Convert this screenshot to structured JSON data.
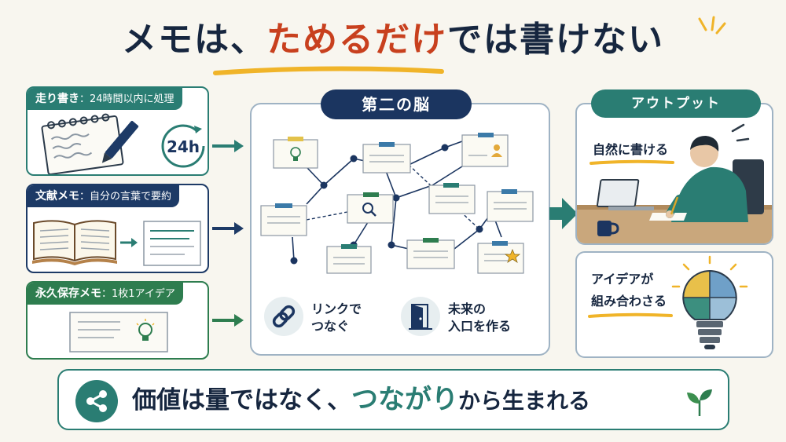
{
  "title": {
    "part1": "メモは、",
    "highlight": "ためるだけ",
    "part2": "では書けない"
  },
  "left_cards": [
    {
      "label": "走り書き",
      "sub": "：24時間以内に処理",
      "badge": "24h",
      "color": "#2a7d73"
    },
    {
      "label": "文献メモ",
      "sub": "：自分の言葉で要約",
      "color": "#1d3a66"
    },
    {
      "label": "永久保存メモ",
      "sub": "：1枚1アイデア",
      "color": "#2e7d4f"
    }
  ],
  "center": {
    "title": "第二の脳",
    "legend": [
      {
        "line1": "リンクで",
        "line2": "つなぐ",
        "icon": "link-icon"
      },
      {
        "line1": "未来の",
        "line2": "入口を作る",
        "icon": "door-icon"
      }
    ]
  },
  "output": {
    "title": "アウトプット",
    "item1": "自然に書ける",
    "item2_line1": "アイデアが",
    "item2_line2": "組み合わさる"
  },
  "banner": {
    "part1": "価値は量ではなく、",
    "highlight": "つながり",
    "part2": "から生まれる"
  },
  "colors": {
    "navy": "#1b3560",
    "teal": "#2a7d73",
    "green": "#2e7d4f",
    "accent_red": "#c8401e",
    "underline_yellow": "#f0b429"
  }
}
